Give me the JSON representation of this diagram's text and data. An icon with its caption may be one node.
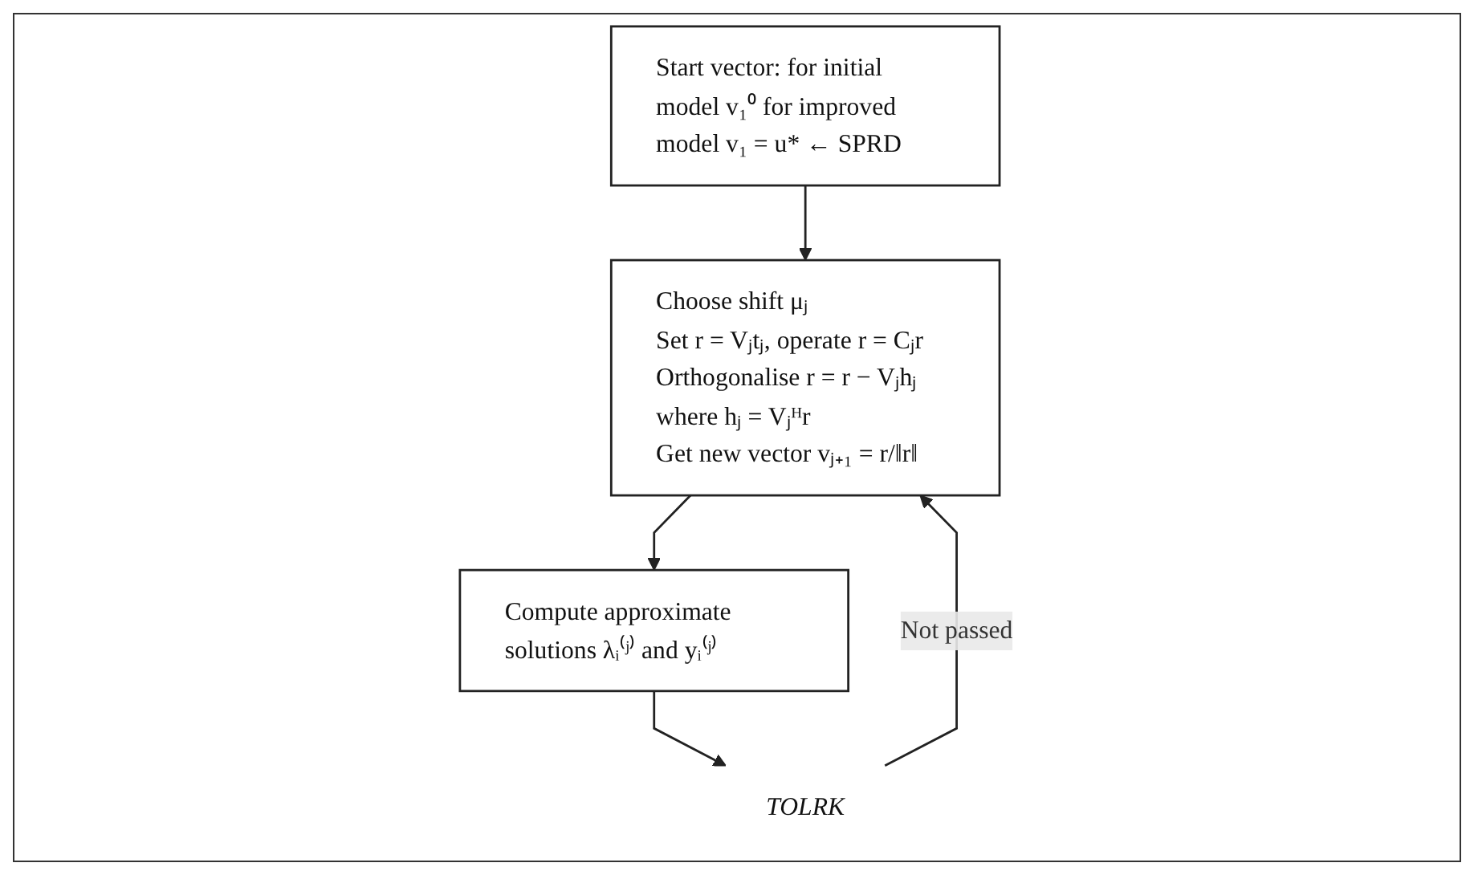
{
  "diagram": {
    "nodes": [
      {
        "text": [
          "Start vector: for initial model v₁⁰ for improved model v₁ = u* ← SPRD"
        ]
      },
      {
        "text": [
          "Choose shift μⱼ",
          "Set r = Vⱼtⱼ, operate r = Cⱼr",
          "Orthogonalise r = r − Vⱼhⱼ where hⱼ = Vⱼᴴr",
          "Get new vector vⱼ₊₁ = r/‖r‖"
        ]
      },
      {
        "text": [
          "Compute approximate solutions λᵢ⁽ʲ⁾ and yᵢ⁽ʲ⁾"
        ]
      },
      {
        "text": [
          "TOLRK"
        ]
      }
    ],
    "edges": [
      {
        "from": 0,
        "to": 1,
        "arrow": "to"
      },
      {
        "from": 1,
        "to": 2,
        "arrow": "to"
      },
      {
        "from": 2,
        "to": 3,
        "arrow": "to"
      },
      {
        "from": 3,
        "to": 1,
        "arrow": "to",
        "label": "Not passed"
      }
    ]
  }
}
